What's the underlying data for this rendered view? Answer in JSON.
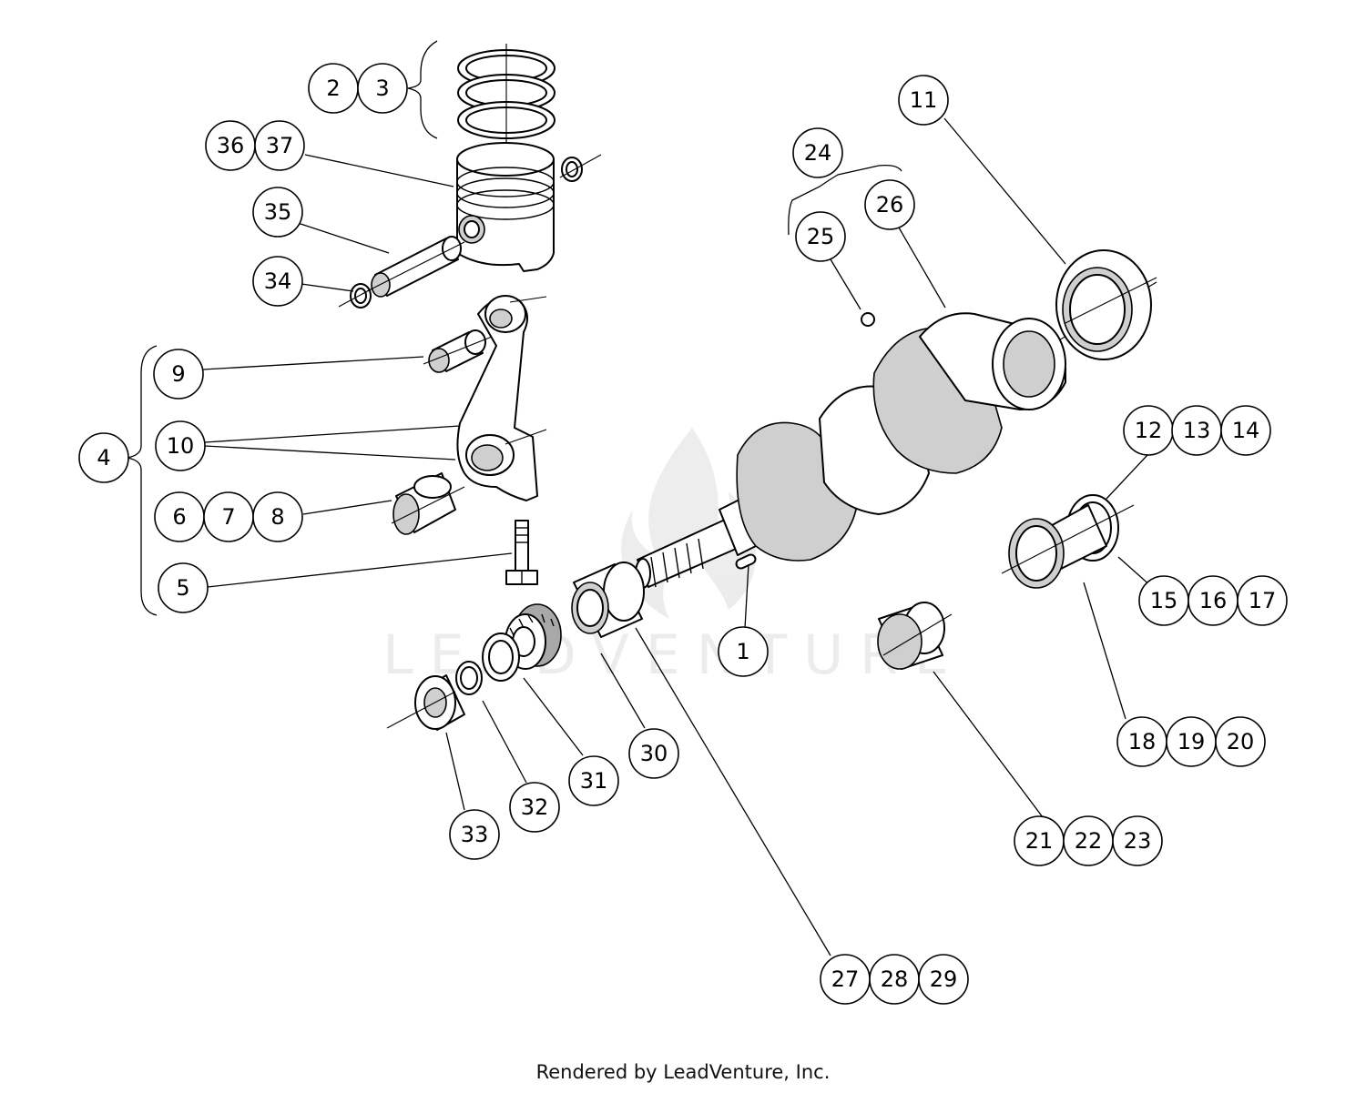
{
  "footer": "Rendered by LeadVenture, Inc.",
  "watermark": "LEADVENTURE",
  "callouts": [
    "1",
    "2",
    "3",
    "4",
    "5",
    "6",
    "7",
    "8",
    "9",
    "10",
    "11",
    "12",
    "13",
    "14",
    "15",
    "16",
    "17",
    "18",
    "19",
    "20",
    "21",
    "22",
    "23",
    "24",
    "25",
    "26",
    "27",
    "28",
    "29",
    "30",
    "31",
    "32",
    "33",
    "34",
    "35",
    "36",
    "37"
  ]
}
